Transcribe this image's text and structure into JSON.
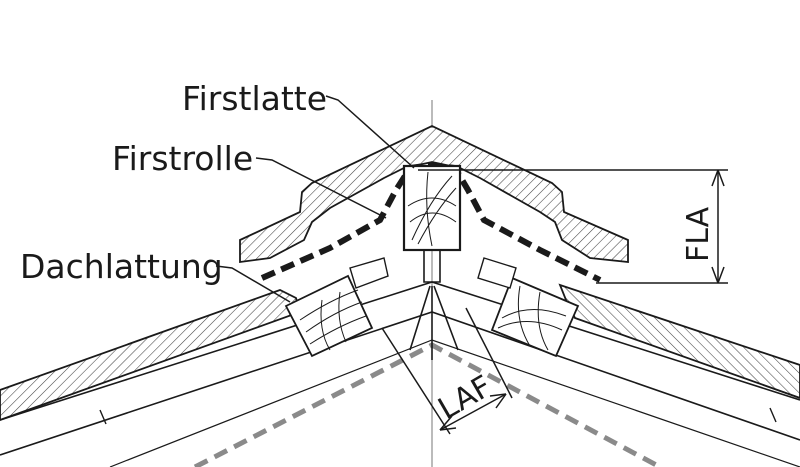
{
  "labels": {
    "firstlatte": "Firstlatte",
    "firstrolle": "Firstrolle",
    "dachlattung": "Dachlattung"
  },
  "dimensions": {
    "fla": "FLA",
    "laf": "LAF"
  },
  "colors": {
    "line": "#1a1a1a",
    "hatch": "#555555",
    "fill": "#ffffff",
    "gray": "#8a8a8a"
  }
}
